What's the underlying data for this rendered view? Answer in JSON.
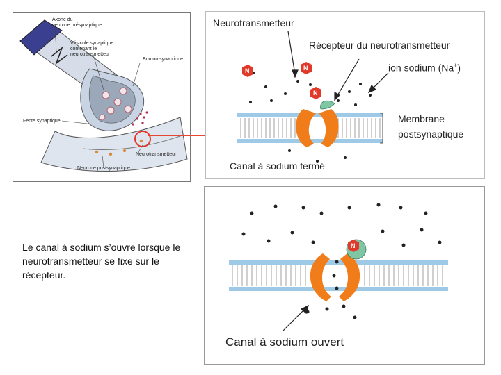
{
  "synapse_panel": {
    "labels": {
      "axone": "Axone du\nneurone présynaptique",
      "vesicule": "Vésicule synaptique\ncontenant le\nneurotransmetteur",
      "bouton": "Bouton synaptique",
      "fente": "Fente synaptique",
      "neurotransmetteur": "Neurotransmetteur",
      "neurone_post": "Neurone postsynaptique"
    }
  },
  "closed_panel": {
    "labels": {
      "neurotransmetteur": "Neurotransmetteur",
      "recepteur": "Récepteur du neurotransmetteur",
      "ion_sodium": "ion sodium (Na",
      "ion_sodium_sup": "+",
      "ion_sodium_end": ")",
      "membrane": "Membrane",
      "postsynaptique": "postsynaptique",
      "title": "Canal à sodium fermé"
    },
    "n_letter": "N"
  },
  "open_panel": {
    "labels": {
      "title": "Canal à sodium ouvert"
    },
    "n_letter": "N"
  },
  "caption": {
    "text": "Le canal à sodium s’ouvre lorsque le neurotransmetteur se fixe sur le récepteur."
  },
  "colors": {
    "channel": "#f07d1a",
    "membrane_blue": "#9ecae8",
    "receptor_green": "#7fc6a4",
    "n_hex_red": "#e23a2a",
    "highlight_circle": "#e23a2a",
    "arrow_red": "#e8472f",
    "neuron_gray": "#c8d4e4"
  }
}
